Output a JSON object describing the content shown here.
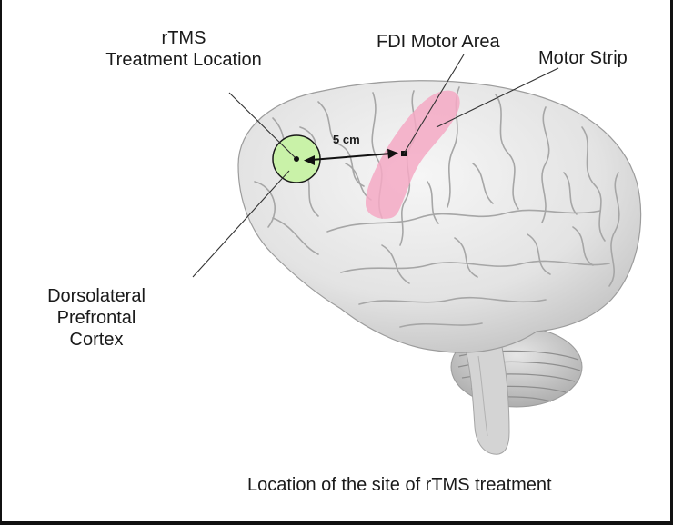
{
  "labels": {
    "treatment_line1": "rTMS",
    "treatment_line2": "Treatment Location",
    "fdi": "FDI Motor Area",
    "motor_strip": "Motor Strip",
    "distance": "5 cm",
    "dlpfc_line1": "Dorsolateral",
    "dlpfc_line2": "Prefrontal",
    "dlpfc_line3": "Cortex"
  },
  "caption": "Location of the site of rTMS treatment",
  "colors": {
    "treatment_circle": "#c9f2a8",
    "motor_strip": "#f4a9c4"
  },
  "icons": {
    "brain": "brain-illustration",
    "arrow": "double-arrow"
  }
}
